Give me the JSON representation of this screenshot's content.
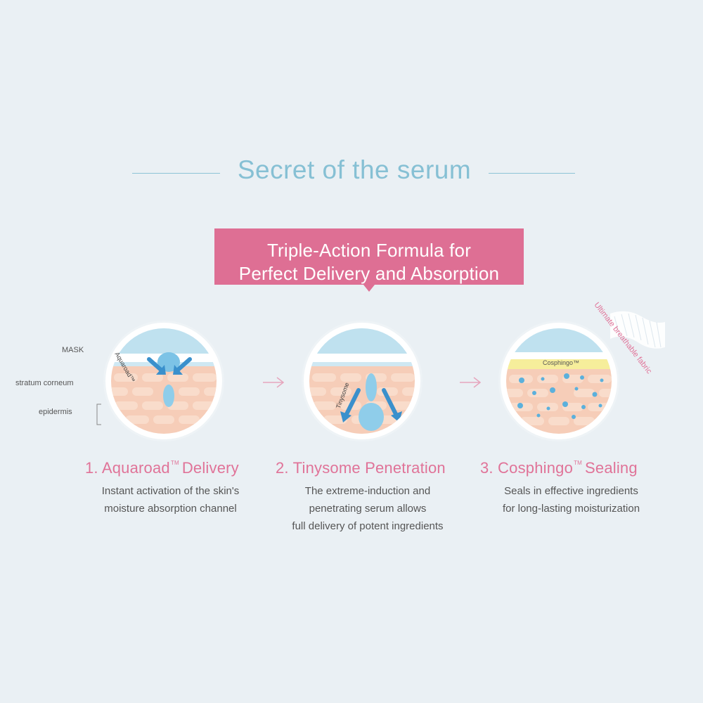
{
  "header": {
    "title": "Secret of the serum"
  },
  "banner": {
    "line1": "Triple-Action Formula for",
    "line2": "Perfect Delivery and Absorption",
    "color": "#de6f94"
  },
  "side_labels": {
    "mask": "MASK",
    "stratum": "stratum corneum",
    "epidermis": "epidermis"
  },
  "circles": {
    "aquaroad_label": "Aquaroad™",
    "tinysome_label": "Tinysome",
    "cosphingo_label": "Cosphingo™"
  },
  "fabric_label": "Ultimate breathable fabric",
  "steps": [
    {
      "prefix": "1. Aquaroad",
      "tm": "TM",
      "suffix": "Delivery",
      "desc": [
        "Instant activation of the skin's",
        "moisture absorption channel"
      ]
    },
    {
      "prefix": "2. Tinysome Penetration",
      "tm": "",
      "suffix": "",
      "desc": [
        "The extreme-induction and",
        "penetrating serum allows",
        "full delivery of potent ingredients"
      ]
    },
    {
      "prefix": "3. Cosphingo",
      "tm": "TM",
      "suffix": "Sealing",
      "desc": [
        "Seals in effective ingredients",
        "for long-lasting moisturization"
      ]
    }
  ],
  "colors": {
    "accent_pink": "#e07398",
    "title_blue": "#86c0d4",
    "skin": "#f6cdb8",
    "mask_blue": "#bfe1ef",
    "serum_blue": "#5bb0dc",
    "seal_yellow": "#f6ee9b"
  }
}
